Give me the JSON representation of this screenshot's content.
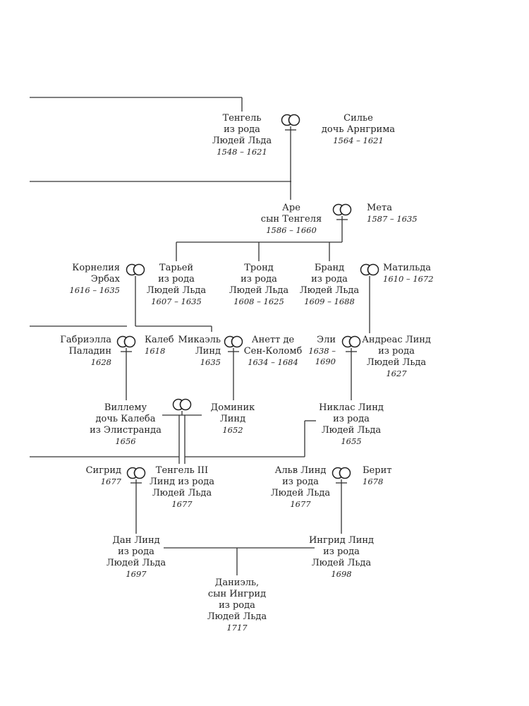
{
  "people": [
    {
      "id": "tengel",
      "lines": [
        "Тенгель",
        "из рода",
        "Людей Льда"
      ],
      "dates": "1548 – 1621"
    },
    {
      "id": "silje",
      "lines": [
        "Силье",
        "дочь Арнгрима"
      ],
      "dates": "1564 – 1621"
    },
    {
      "id": "are",
      "lines": [
        "Аре",
        "сын Тенгеля"
      ],
      "dates": "1586 – 1660"
    },
    {
      "id": "meta",
      "lines": [
        "Мета"
      ],
      "dates": "1587 – 1635"
    },
    {
      "id": "kornelia",
      "lines": [
        "Корнелия",
        "Эрбах"
      ],
      "dates": "1616 – 1635"
    },
    {
      "id": "tarjei",
      "lines": [
        "Тарьей",
        "из рода",
        "Людей Льда"
      ],
      "dates": "1607 – 1635"
    },
    {
      "id": "trond",
      "lines": [
        "Тронд",
        "из рода",
        "Людей Льда"
      ],
      "dates": "1608 – 1625"
    },
    {
      "id": "brand",
      "lines": [
        "Бранд",
        "из рода",
        "Людей Льда"
      ],
      "dates": "1609 – 1688"
    },
    {
      "id": "matilda",
      "lines": [
        "Матильда"
      ],
      "dates": "1610 – 1672"
    },
    {
      "id": "gabriella",
      "lines": [
        "Габриэлла",
        "Паладин"
      ],
      "dates": "1628"
    },
    {
      "id": "kaleb",
      "lines": [
        "Калеб"
      ],
      "dates": "1618"
    },
    {
      "id": "mikael",
      "lines": [
        "Микаэль",
        "Линд"
      ],
      "dates": "1635"
    },
    {
      "id": "anette",
      "lines": [
        "Анетт де",
        "Сен-Коломб"
      ],
      "dates": "1634 – 1684"
    },
    {
      "id": "eli",
      "lines": [
        "Эли"
      ],
      "dates": "1638 –\n1690"
    },
    {
      "id": "andreas",
      "lines": [
        "Андреас Линд",
        "из рода",
        "Людей Льда"
      ],
      "dates": "1627"
    },
    {
      "id": "villemo",
      "lines": [
        "Виллему",
        "дочь Калеба",
        "из Элистранда"
      ],
      "dates": "1656"
    },
    {
      "id": "dominik",
      "lines": [
        "Доминик",
        "Линд"
      ],
      "dates": "1652"
    },
    {
      "id": "niklas",
      "lines": [
        "Никлас Линд",
        "из рода",
        "Людей Льда"
      ],
      "dates": "1655"
    },
    {
      "id": "sigrid",
      "lines": [
        "Сигрид"
      ],
      "dates": "1677"
    },
    {
      "id": "tengel3",
      "lines": [
        "Тенгель III",
        "Линд из рода",
        "Людей Льда"
      ],
      "dates": "1677"
    },
    {
      "id": "alv",
      "lines": [
        "Альв Линд",
        "из рода",
        "Людей Льда"
      ],
      "dates": "1677"
    },
    {
      "id": "berit",
      "lines": [
        "Берит"
      ],
      "dates": "1678"
    },
    {
      "id": "dan",
      "lines": [
        "Дан Линд",
        "из рода",
        "Людей Льда"
      ],
      "dates": "1697"
    },
    {
      "id": "ingrid",
      "lines": [
        "Ингрид Линд",
        "из рода",
        "Людей Льда"
      ],
      "dates": "1698"
    },
    {
      "id": "daniel",
      "lines": [
        "Даниэль,",
        "сын Ингрид",
        "из рода",
        "Людей Льда"
      ],
      "dates": "1717"
    }
  ],
  "marriages": [
    {
      "id": "tengel-silje"
    },
    {
      "id": "are-meta"
    },
    {
      "id": "kornelia-tarjei"
    },
    {
      "id": "brand-matilda"
    },
    {
      "id": "gabriella-kaleb"
    },
    {
      "id": "mikael-anette"
    },
    {
      "id": "eli-andreas"
    },
    {
      "id": "villemo-dominik"
    },
    {
      "id": "sigrid-tengel3"
    },
    {
      "id": "alv-berit"
    }
  ]
}
